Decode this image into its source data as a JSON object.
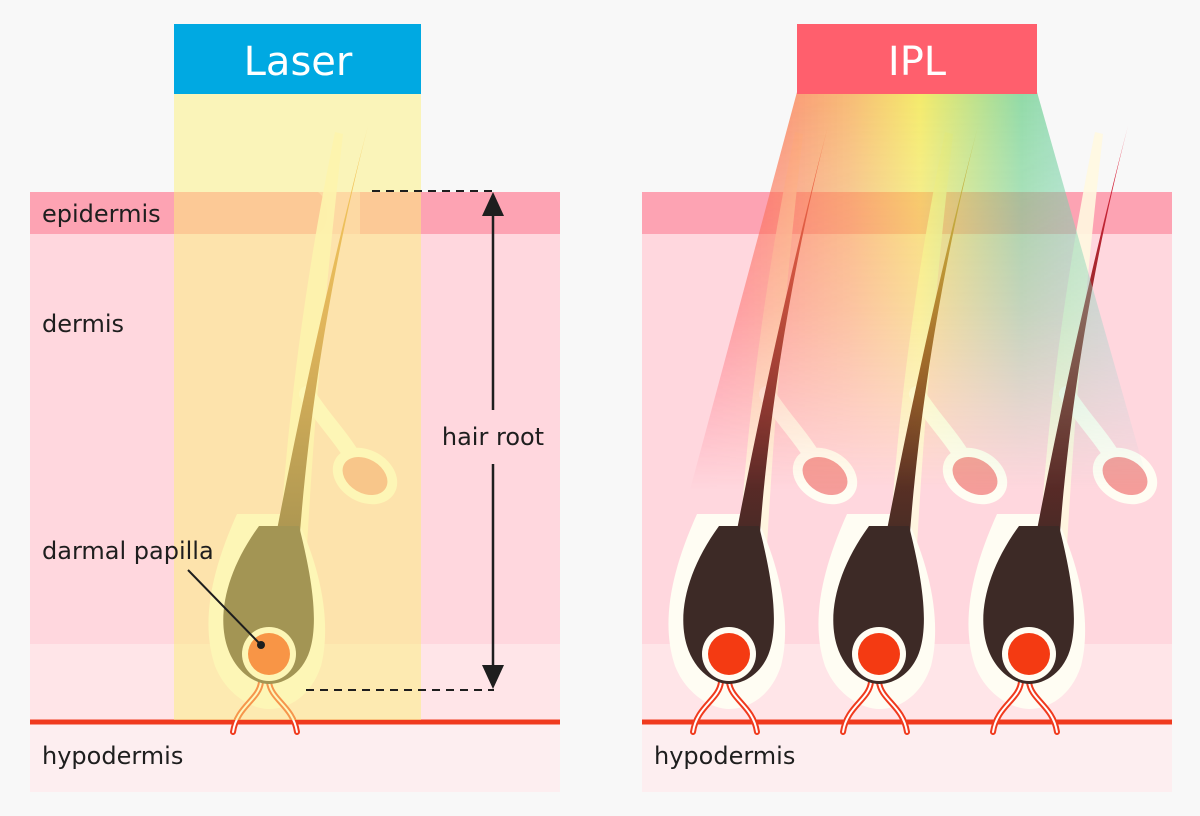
{
  "laser_panel": {
    "title": "Laser",
    "title_color": "#00a9e2",
    "layers": {
      "epidermis": "epidermis",
      "dermis": "dermis",
      "papilla": "darmal papilla",
      "hypodermis": "hypodermis"
    },
    "measure_label": "hair root",
    "beam_color": "#fbf07a"
  },
  "ipl_panel": {
    "title": "IPL",
    "title_color": "#ff5f6d",
    "hypodermis": "hypodermis",
    "spectrum_colors": [
      "#ff3f63",
      "#f3e63b",
      "#6fd08c",
      "#8fd6e0"
    ]
  },
  "colors": {
    "epidermis": "#fda3b3",
    "dermis": "#ffd7de",
    "lower_dermis": "#ffe5e8",
    "hypodermis": "#fdeef0",
    "vessel": "#f03a1e",
    "papilla": "#f43a12",
    "hair_dark": "#3d2a26",
    "hair_tip": "#e5183b"
  }
}
